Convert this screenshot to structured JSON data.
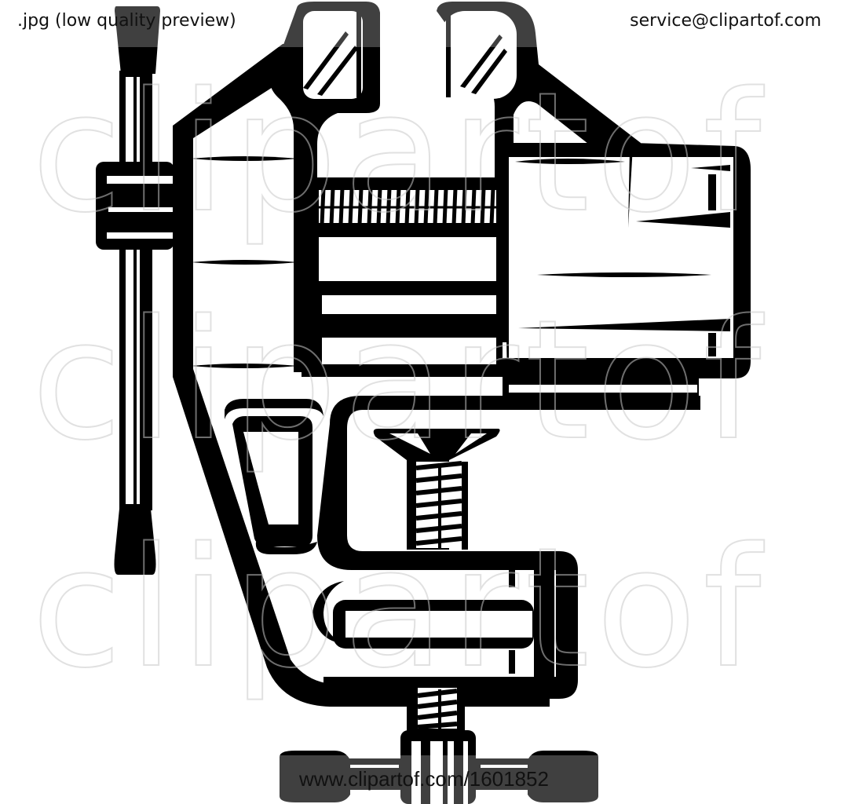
{
  "header": {
    "left_label": ".jpg (low quality preview)",
    "right_label": "service@clipartof.com"
  },
  "footer": {
    "url": "www.clipartof.com/1601852"
  },
  "watermark": {
    "text": "clipartof",
    "rows": 3
  },
  "illustration": {
    "subject": "bench vise",
    "style": "black and white line art",
    "colors": {
      "ink": "#000000",
      "paper": "#ffffff"
    }
  }
}
